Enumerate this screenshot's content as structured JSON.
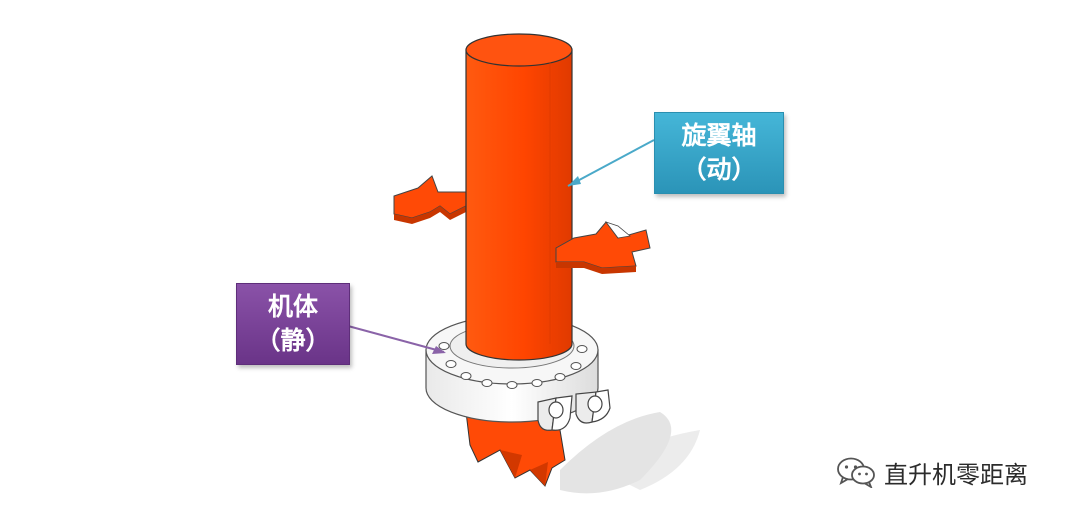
{
  "labels": {
    "rotor_shaft": {
      "line1": "旋翼轴",
      "line2": "（动）"
    },
    "airframe": {
      "line1": "机体",
      "line2": "（静）"
    }
  },
  "watermark": {
    "text": "直升机零距离",
    "icon": "wechat-icon"
  },
  "colors": {
    "shaft": "#ff4500",
    "shaft_dark": "#e43a00",
    "flange": "#f2f2f2",
    "rotor_callout": "#36a8cc",
    "airframe_callout": "#7a429a",
    "shadow": "#d8d8d8"
  }
}
